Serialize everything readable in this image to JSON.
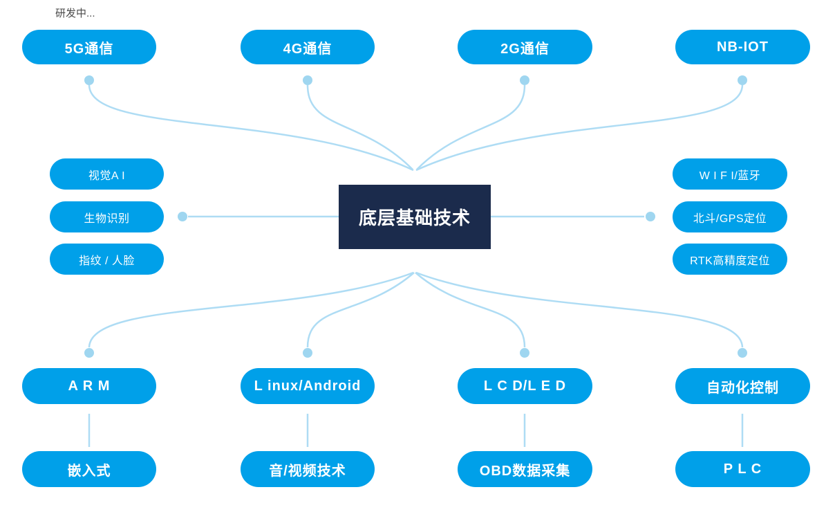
{
  "annotation": {
    "label": "研发中..."
  },
  "center": {
    "label": "底层基础技术"
  },
  "top_row": [
    {
      "label": "5G通信"
    },
    {
      "label": "4G通信"
    },
    {
      "label": "2G通信"
    },
    {
      "label": "NB-IOT"
    }
  ],
  "left_column": [
    {
      "label": "视觉A I"
    },
    {
      "label": "生物识别"
    },
    {
      "label": "指纹 / 人脸"
    }
  ],
  "right_column": [
    {
      "label": "W I F I/蓝牙"
    },
    {
      "label": "北斗/GPS定位"
    },
    {
      "label": "RTK高精度定位"
    }
  ],
  "bottom_row": [
    {
      "label": "A R M",
      "sub": "嵌入式"
    },
    {
      "label": "L inux/Android",
      "sub": "音/视频技术"
    },
    {
      "label": "L C D/L E D",
      "sub": "OBD数据采集"
    },
    {
      "label": "自动化控制",
      "sub": "P L C"
    }
  ],
  "colors": {
    "pill_blue": "#00a0e9",
    "center_navy": "#1b2b4c",
    "connector_light_blue": "#aedcf4",
    "dot_light_blue": "#9fd6f0",
    "text_white": "#ffffff",
    "annotation_gray": "#4a4a4a"
  }
}
